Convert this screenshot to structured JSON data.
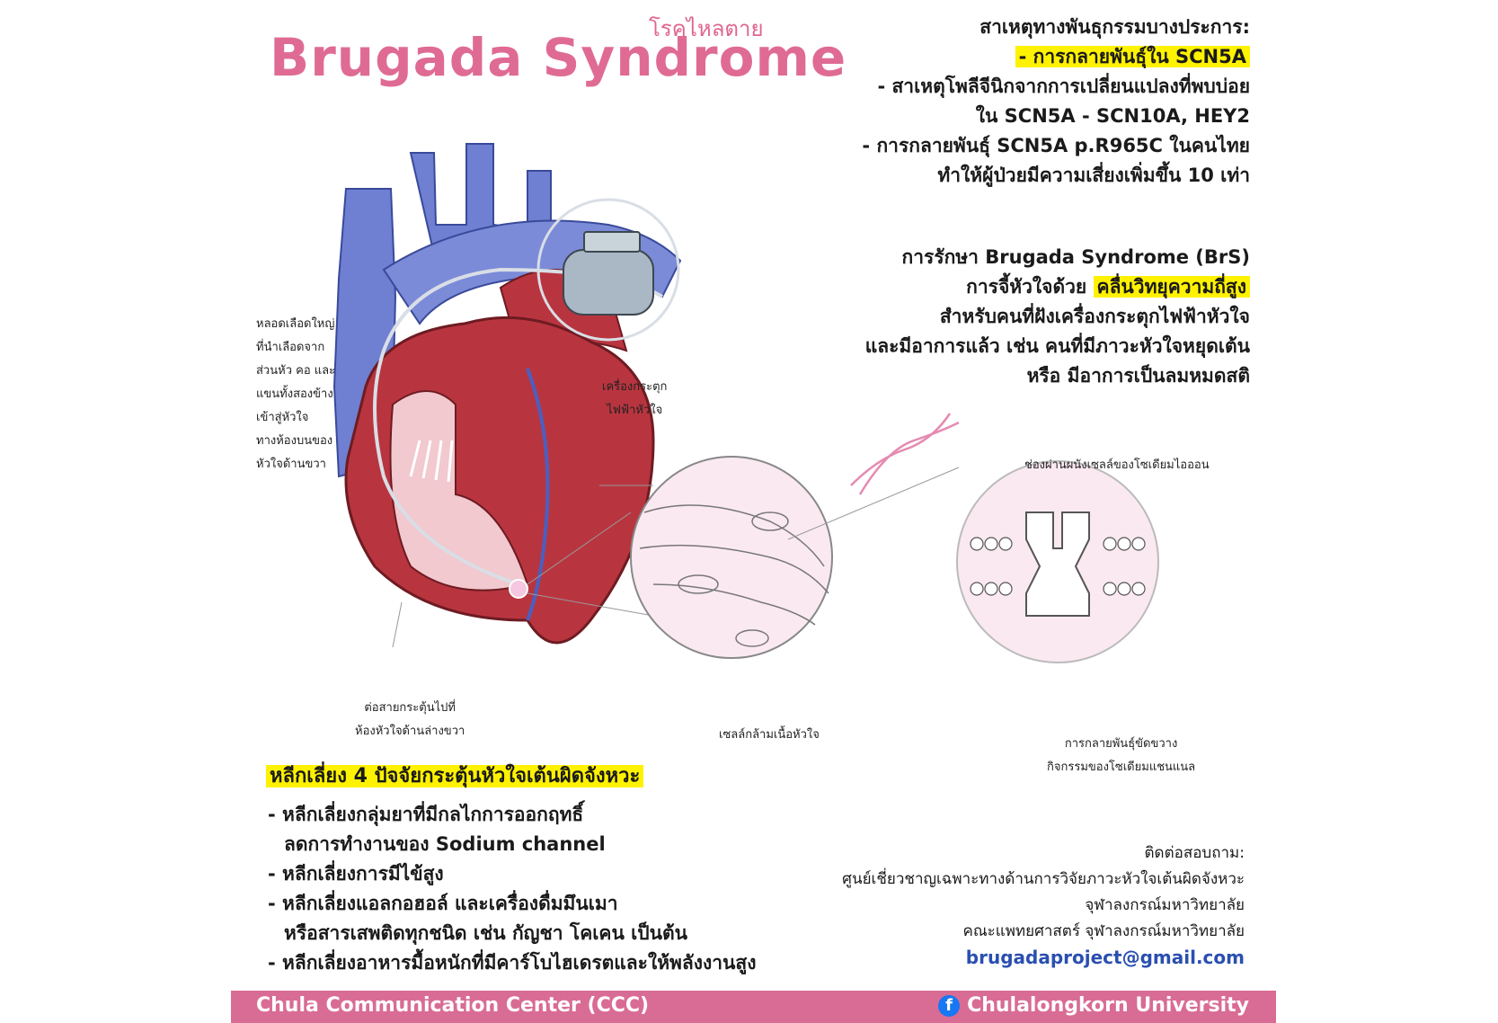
{
  "header": {
    "subtitle": "โรคไหลตาย",
    "title": "Brugada Syndrome"
  },
  "genetics": {
    "heading": "สาเหตุทางพันธุกรรมบางประการ:",
    "line1": "- การกลายพันธุ์ใน SCN5A",
    "line2": "- สาเหตุโพลีจีนิกจากการเปลี่ยนแปลงที่พบบ่อย",
    "line3": "ใน SCN5A - SCN10A, HEY2",
    "line4": "- การกลายพันธุ์ SCN5A p.R965C ในคนไทย",
    "line5": "ทำให้ผู้ป่วยมีความเสี่ยงเพิ่มขึ้น 10 เท่า"
  },
  "treatment": {
    "heading": "การรักษา Brugada Syndrome (BrS)",
    "line1_prefix": "การจี้หัวใจด้วย",
    "line1_highlight": "คลื่นวิทยุความถี่สูง",
    "line2": "สำหรับคนที่ฝังเครื่องกระตุกไฟฟ้าหัวใจ",
    "line3": "และมีอาการแล้ว เช่น คนที่มีภาวะหัวใจหยุดเต้น",
    "line4": "หรือ มีอาการเป็นลมหมดสติ"
  },
  "labels": {
    "vein": [
      "หลอดเลือดใหญ่",
      "ที่นำเลือดจาก",
      "ส่วนหัว คอ และ",
      "แขนทั้งสองข้าง",
      "เข้าสู่หัวใจ",
      "ทางห้องบนของ",
      "หัวใจด้านขวา"
    ],
    "pacemaker": [
      "เครื่องกระตุก",
      "ไฟฟ้าหัวใจ"
    ],
    "lead": [
      "ต่อสายกระตุ้นไปที่",
      "ห้องหัวใจด้านล่างขวา"
    ],
    "muscle": "เซลล์กล้ามเนื้อหัวใจ",
    "channel": "ช่องผ่านผนังเซลล์ของโซเดียมไอออน",
    "mutation": [
      "การกลายพันธุ์ขัดขวาง",
      "กิจกรรมของโซเดียมแชนแนล"
    ]
  },
  "avoid": {
    "title": "หลีกเลี่ยง 4 ปัจจัยกระตุ้นหัวใจเต้นผิดจังหวะ",
    "items": [
      "- หลีกเลี่ยงกลุ่มยาที่มีกลไกการออกฤทธิ์",
      "  ลดการทำงานของ Sodium channel",
      "- หลีกเลี่ยงการมีไข้สูง",
      "- หลีกเลี่ยงแอลกอฮอล์ และเครื่องดื่มมึนเมา",
      "  หรือสารเสพติดทุกชนิด เช่น กัญชา โคเคน เป็นต้น",
      "- หลีกเลี่ยงอาหารมื้อหนักที่มีคาร์โบไฮเดรตและให้พลังงานสูง"
    ]
  },
  "contact": {
    "heading": "ติดต่อสอบถาม:",
    "line1": "ศูนย์เชี่ยวชาญเฉพาะทางด้านการวิจัยภาวะหัวใจเต้นผิดจังหวะ",
    "line2": "จุฬาลงกรณ์มหาวิทยาลัย",
    "line3": "คณะแพทยศาสตร์ จุฬาลงกรณ์มหาวิทยาลัย",
    "email": "brugadaproject@gmail.com"
  },
  "footer": {
    "left": "Chula Communication Center (CCC)",
    "right": "Chulalongkorn University"
  },
  "colors": {
    "accent": "#df6b94",
    "highlight": "#fff200",
    "vein": "#6f7fd1",
    "heart": "#b8353f",
    "email": "#2a4fb0"
  }
}
